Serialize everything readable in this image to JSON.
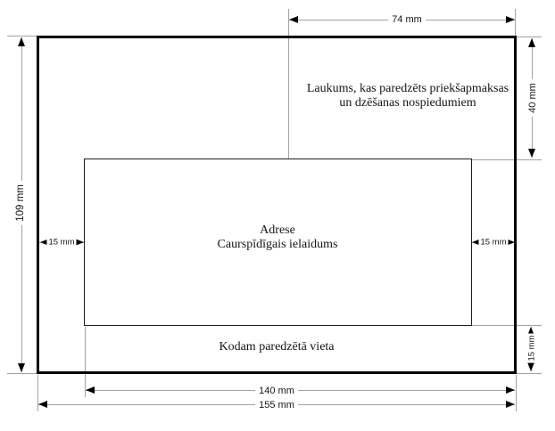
{
  "diagram": {
    "type": "envelope-dimension-specification",
    "texts": {
      "stamp_area_line1": "Laukums, kas paredzēts priekšapmaksas",
      "stamp_area_line2": "un dzēšanas nospiedumiem",
      "address_line1": "Adrese",
      "address_line2": "Caurspīdīgais ielaidums",
      "code_area": "Kodam paredzētā vieta"
    },
    "dimensions": {
      "top_width": "74 mm",
      "stamp_area_height": "40 mm",
      "envelope_height": "109 mm",
      "left_margin": "15 mm",
      "right_margin": "15 mm",
      "bottom_margin": "15 mm",
      "window_to_edge_width": "140 mm",
      "envelope_width": "155 mm"
    },
    "colors": {
      "outline": "#000000",
      "dimension_line": "#a2a2a2",
      "text": "#141414",
      "background": "#ffffff"
    }
  }
}
